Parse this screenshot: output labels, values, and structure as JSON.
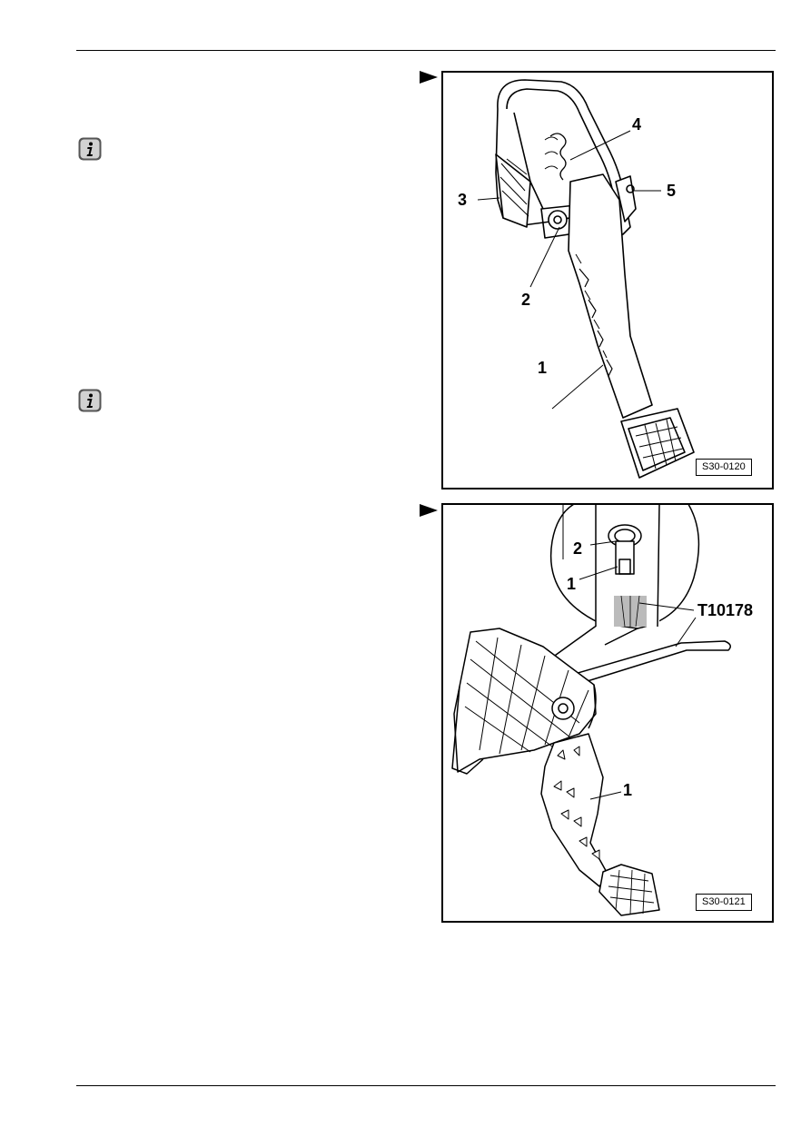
{
  "figures": [
    {
      "id": "S30-0120",
      "callouts": [
        "1",
        "2",
        "3",
        "4",
        "5"
      ]
    },
    {
      "id": "S30-0121",
      "callouts": [
        "1",
        "2",
        "1"
      ],
      "tool_label": "T10178"
    }
  ],
  "icons": {
    "note": "info-icon",
    "pointer": "right-arrow-icon"
  }
}
